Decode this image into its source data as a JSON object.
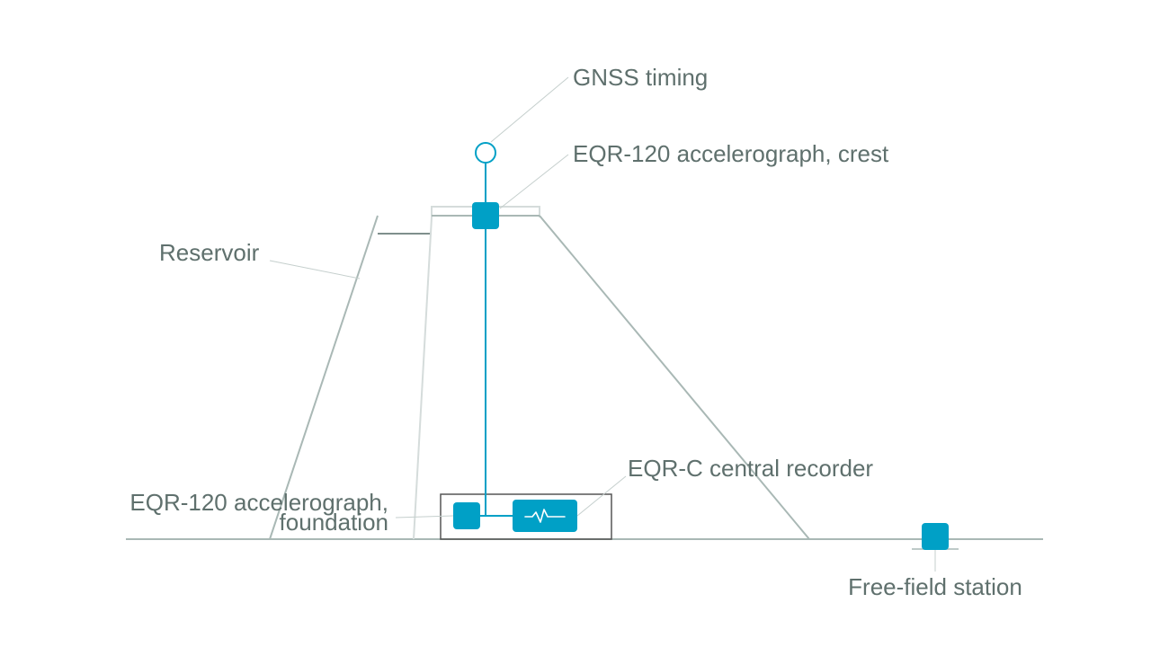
{
  "labels": {
    "gnss": "GNSS timing",
    "crest": "EQR-120 accelerograph, crest",
    "reservoir": "Reservoir",
    "recorder": "EQR-C central recorder",
    "foundation_line1": "EQR-120 accelerograph,",
    "foundation_line2": "foundation",
    "free_field": "Free-field station"
  },
  "icons": {
    "gnss": "antenna-circle-icon",
    "sensor": "accelerograph-square-icon",
    "recorder": "waveform-icon"
  },
  "colors": {
    "accent": "#00a0c6",
    "structure": "#a9b8b5",
    "structure_light": "#d5dcdb",
    "enclosure": "#555555",
    "text": "#5f706d"
  }
}
